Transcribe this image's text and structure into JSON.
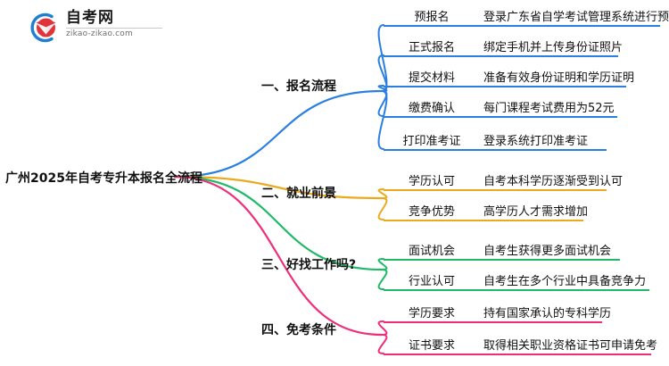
{
  "logo": {
    "name_cn": "自考网",
    "url": "zikao-zikao.com",
    "mark_icon": "graduation-cap-logo-icon",
    "ring_color": "#1f7fd0",
    "cap_color": "#e0333c"
  },
  "root": {
    "label": "广州2025年自考专升本报名全流程"
  },
  "branches": [
    {
      "label": "一、报名流程",
      "color": "#2a7fe0",
      "children": [
        {
          "key": "预报名",
          "value": "登录广东省自学考试管理系统进行预报名"
        },
        {
          "key": "正式报名",
          "value": "绑定手机并上传身份证照片"
        },
        {
          "key": "提交材料",
          "value": "准备有效身份证明和学历证明"
        },
        {
          "key": "缴费确认",
          "value": "每门课程考试费用为52元"
        },
        {
          "key": "打印准考证",
          "value": "登录系统打印准考证"
        }
      ]
    },
    {
      "label": "二、就业前景",
      "color": "#eca91d",
      "children": [
        {
          "key": "学历认可",
          "value": "自考本科学历逐渐受到认可"
        },
        {
          "key": "竞争优势",
          "value": "高学历人才需求增加"
        }
      ]
    },
    {
      "label": "三、好找工作吗?",
      "color": "#1fba67",
      "children": [
        {
          "key": "面试机会",
          "value": "自考生获得更多面试机会"
        },
        {
          "key": "行业认可",
          "value": "自考生在多个行业中具备竞争力"
        }
      ]
    },
    {
      "label": "四、免考条件",
      "color": "#ef2d78",
      "children": [
        {
          "key": "学历要求",
          "value": "持有国家承认的专科学历"
        },
        {
          "key": "证书要求",
          "value": "取得相关职业资格证书可申请免考"
        }
      ]
    }
  ],
  "chart_data": {
    "type": "diagram",
    "diagram_kind": "mind-map",
    "orientation": "left-to-right",
    "title": "广州2025年自考专升本报名全流程",
    "levels": 3,
    "node_count": 16,
    "nodes": [
      {
        "id": "root",
        "level": 0,
        "label": "广州2025年自考专升本报名全流程",
        "parent": null,
        "color": "#111111"
      },
      {
        "id": "b1",
        "level": 1,
        "label": "一、报名流程",
        "parent": "root",
        "color": "#2a7fe0"
      },
      {
        "id": "b1c1",
        "level": 2,
        "label": "预报名",
        "detail": "登录广东省自学考试管理系统进行预报名",
        "parent": "b1",
        "color": "#2a7fe0"
      },
      {
        "id": "b1c2",
        "level": 2,
        "label": "正式报名",
        "detail": "绑定手机并上传身份证照片",
        "parent": "b1",
        "color": "#2a7fe0"
      },
      {
        "id": "b1c3",
        "level": 2,
        "label": "提交材料",
        "detail": "准备有效身份证明和学历证明",
        "parent": "b1",
        "color": "#2a7fe0"
      },
      {
        "id": "b1c4",
        "level": 2,
        "label": "缴费确认",
        "detail": "每门课程考试费用为52元",
        "parent": "b1",
        "color": "#2a7fe0"
      },
      {
        "id": "b1c5",
        "level": 2,
        "label": "打印准考证",
        "detail": "登录系统打印准考证",
        "parent": "b1",
        "color": "#2a7fe0"
      },
      {
        "id": "b2",
        "level": 1,
        "label": "二、就业前景",
        "parent": "root",
        "color": "#eca91d"
      },
      {
        "id": "b2c1",
        "level": 2,
        "label": "学历认可",
        "detail": "自考本科学历逐渐受到认可",
        "parent": "b2",
        "color": "#eca91d"
      },
      {
        "id": "b2c2",
        "level": 2,
        "label": "竞争优势",
        "detail": "高学历人才需求增加",
        "parent": "b2",
        "color": "#eca91d"
      },
      {
        "id": "b3",
        "level": 1,
        "label": "三、好找工作吗?",
        "parent": "root",
        "color": "#1fba67"
      },
      {
        "id": "b3c1",
        "level": 2,
        "label": "面试机会",
        "detail": "自考生获得更多面试机会",
        "parent": "b3",
        "color": "#1fba67"
      },
      {
        "id": "b3c2",
        "level": 2,
        "label": "行业认可",
        "detail": "自考生在多个行业中具备竞争力",
        "parent": "b3",
        "color": "#1fba67"
      },
      {
        "id": "b4",
        "level": 1,
        "label": "四、免考条件",
        "parent": "root",
        "color": "#ef2d78"
      },
      {
        "id": "b4c1",
        "level": 2,
        "label": "学历要求",
        "detail": "持有国家承认的专科学历",
        "parent": "b4",
        "color": "#ef2d78"
      },
      {
        "id": "b4c2",
        "level": 2,
        "label": "证书要求",
        "detail": "取得相关职业资格证书可申请免考",
        "parent": "b4",
        "color": "#ef2d78"
      }
    ]
  }
}
